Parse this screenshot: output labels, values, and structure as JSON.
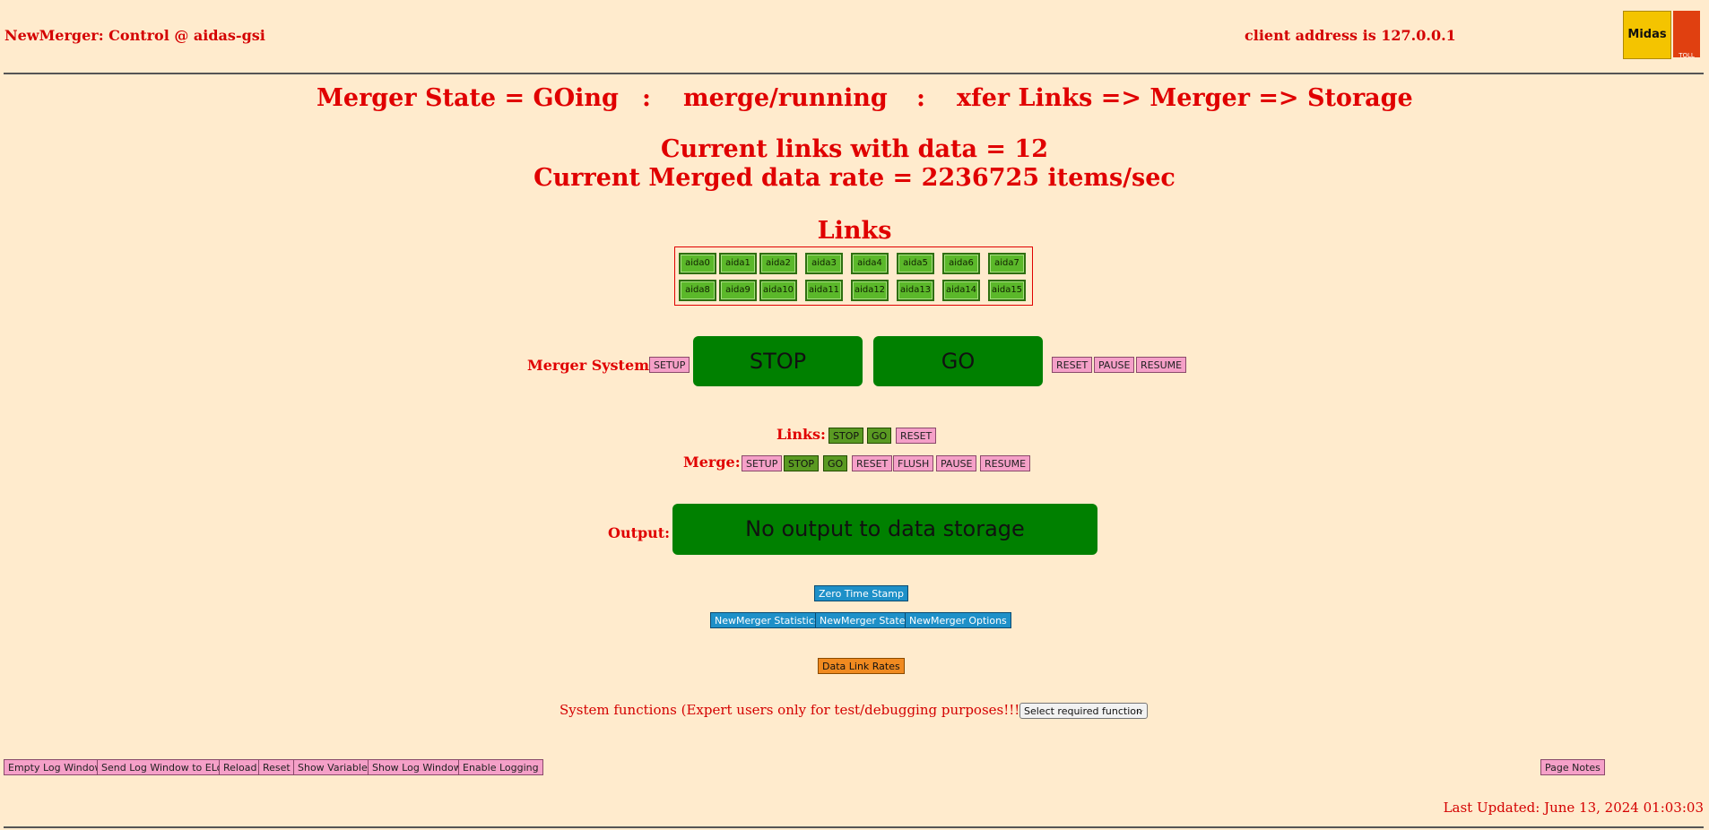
{
  "header": {
    "title": "NewMerger: Control @ aidas-gsi",
    "client_address": "client address is 127.0.0.1",
    "logo_midas": "Midas",
    "logo_two": "TOLL"
  },
  "status": {
    "merger_state": "Merger State = GOing",
    "sep1": ":",
    "merge_state": "merge/running",
    "sep2": ":",
    "xfer_state": "xfer Links => Merger => Storage",
    "links_with_data": "Current links with data = 12",
    "merged_rate": "Current Merged data rate = 2236725 items/sec"
  },
  "links": {
    "title": "Links",
    "items": [
      "aida0",
      "aida1",
      "aida2",
      "aida3",
      "aida4",
      "aida5",
      "aida6",
      "aida7",
      "aida8",
      "aida9",
      "aida10",
      "aida11",
      "aida12",
      "aida13",
      "aida14",
      "aida15"
    ]
  },
  "merger_system": {
    "label": "Merger System:",
    "setup": "SETUP",
    "stop": "STOP",
    "go": "GO",
    "reset": "RESET",
    "pause": "PAUSE",
    "resume": "RESUME"
  },
  "links_controls": {
    "label": "Links:",
    "stop": "STOP",
    "go": "GO",
    "reset": "RESET"
  },
  "merge_controls": {
    "label": "Merge:",
    "setup": "SETUP",
    "stop": "STOP",
    "go": "GO",
    "reset": "RESET",
    "flush": "FLUSH",
    "pause": "PAUSE",
    "resume": "RESUME"
  },
  "output": {
    "label": "Output:",
    "button": "No output to data storage"
  },
  "tools": {
    "zero_time_stamp": "Zero Time Stamp",
    "statistics": "NewMerger Statistics",
    "state": "NewMerger State",
    "options": "NewMerger Options",
    "data_link_rates": "Data Link Rates"
  },
  "system_functions": {
    "label": "System functions (Expert users only for test/debugging purposes!!!)",
    "select_value": "Select required function"
  },
  "footer": {
    "empty_log": "Empty Log Window",
    "send_log": "Send Log Window to ELog",
    "reload": "Reload",
    "reset": "Reset",
    "show_variables": "Show Variables",
    "show_log": "Show Log Window",
    "enable_logging": "Enable Logging",
    "page_notes": "Page Notes",
    "last_updated": "Last Updated: June 13, 2024 01:03:03"
  },
  "colors": {
    "background": "#ffebcd",
    "text_red": "#e00000",
    "big_button_green": "#008000",
    "small_button_pink": "#f5a0c8",
    "small_button_green": "#5a9a22",
    "tool_button_blue": "#1e90c8",
    "tool_button_orange": "#f08a20"
  }
}
